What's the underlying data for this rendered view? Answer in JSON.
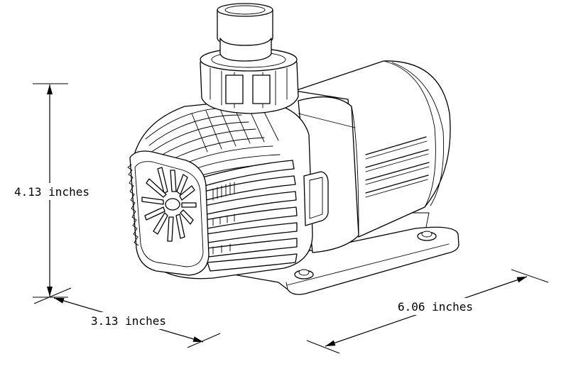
{
  "dimensions": {
    "height": "4.13 inches",
    "width": "3.13 inches",
    "length": "6.06 inches"
  }
}
